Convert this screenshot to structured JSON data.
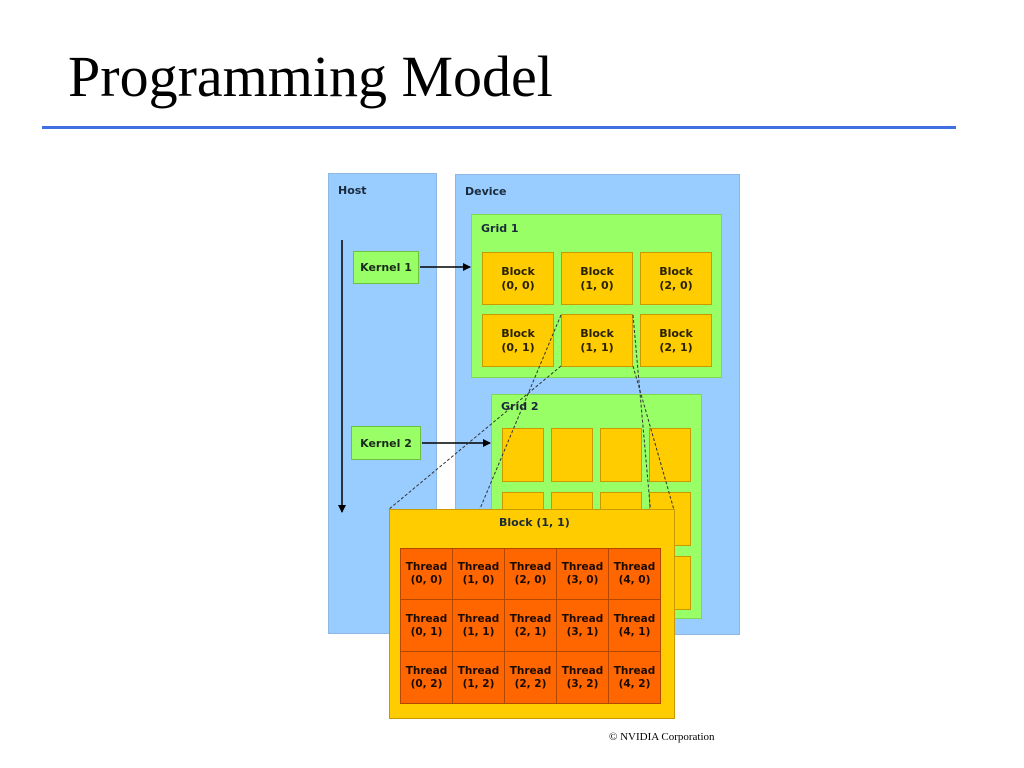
{
  "slide": {
    "title": "Programming Model",
    "copyright": "© NVIDIA Corporation"
  },
  "diagram": {
    "host": {
      "label": "Host"
    },
    "device": {
      "label": "Device"
    },
    "kernels": [
      {
        "label": "Kernel 1"
      },
      {
        "label": "Kernel 2"
      }
    ],
    "grid1": {
      "label": "Grid 1",
      "blocks": [
        "Block\n(0, 0)",
        "Block\n(1, 0)",
        "Block\n(2, 0)",
        "Block\n(0, 1)",
        "Block\n(1, 1)",
        "Block\n(2, 1)"
      ]
    },
    "grid2": {
      "label": "Grid 2"
    },
    "zoom_block": {
      "label": "Block (1, 1)",
      "threads": [
        "Thread\n(0, 0)",
        "Thread\n(1, 0)",
        "Thread\n(2, 0)",
        "Thread\n(3, 0)",
        "Thread\n(4, 0)",
        "Thread\n(0, 1)",
        "Thread\n(1, 1)",
        "Thread\n(2, 1)",
        "Thread\n(3, 1)",
        "Thread\n(4, 1)",
        "Thread\n(0, 2)",
        "Thread\n(1, 2)",
        "Thread\n(2, 2)",
        "Thread\n(3, 2)",
        "Thread\n(4, 2)"
      ]
    },
    "colors": {
      "host_device": "#99ccff",
      "grid": "#99ff66",
      "block": "#ffcc00",
      "thread": "#ff6600",
      "title_rule": "#3f6fe0"
    }
  }
}
